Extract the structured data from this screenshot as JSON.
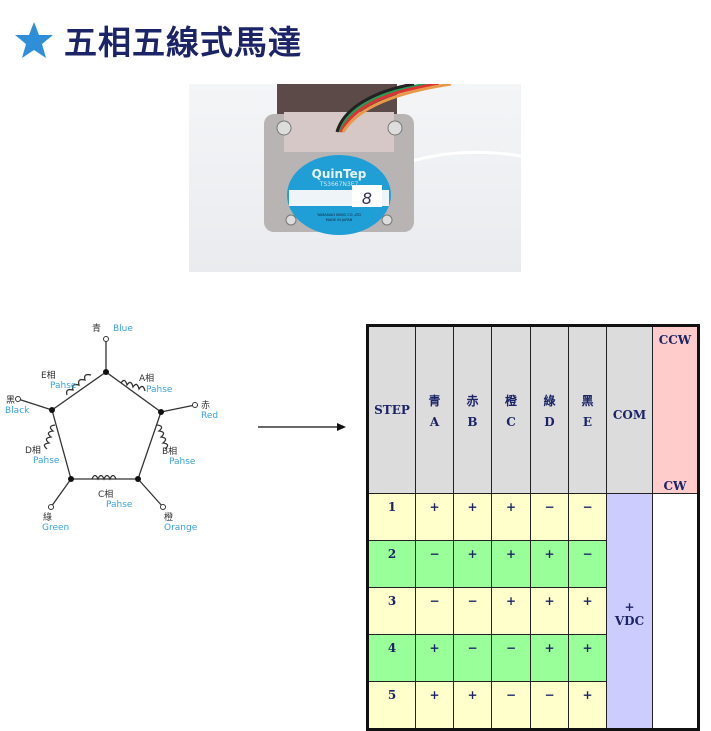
{
  "title": {
    "icon": "star-icon",
    "text": "五相五線式馬達",
    "accent": "#2e8fd8"
  },
  "photo": {
    "brand": "QuinTep",
    "model": "TS3667N3E7",
    "handwritten": "8",
    "maker": "YAMASAKI SEIKO CO.,LTD",
    "origin": "MADE IN JAPAN"
  },
  "diagram": {
    "terminals": [
      {
        "zh": "青",
        "en": "Blue"
      },
      {
        "zh": "赤",
        "en": "Red"
      },
      {
        "zh": "橙",
        "en": "Orange"
      },
      {
        "zh": "綠",
        "en": "Green"
      },
      {
        "zh": "黑",
        "en": "Black"
      }
    ],
    "coils": [
      {
        "name": "A相",
        "sub": "Pahse"
      },
      {
        "name": "B相",
        "sub": "Pahse"
      },
      {
        "name": "C相",
        "sub": "Pahse"
      },
      {
        "name": "D相",
        "sub": "Pahse"
      },
      {
        "name": "E相",
        "sub": "Pahse"
      }
    ]
  },
  "table": {
    "step_header": "STEP",
    "phases": [
      {
        "zh": "青",
        "letter": "A"
      },
      {
        "zh": "赤",
        "letter": "B"
      },
      {
        "zh": "橙",
        "letter": "C"
      },
      {
        "zh": "綠",
        "letter": "D"
      },
      {
        "zh": "黑",
        "letter": "E"
      }
    ],
    "com_header": "COM",
    "com_value_sign": "+",
    "com_value": "VDC",
    "ccw": "CCW",
    "cw": "CW",
    "rows": [
      {
        "step": "1",
        "v": [
          "+",
          "+",
          "+",
          "−",
          "−"
        ]
      },
      {
        "step": "2",
        "v": [
          "−",
          "+",
          "+",
          "+",
          "−"
        ]
      },
      {
        "step": "3",
        "v": [
          "−",
          "−",
          "+",
          "+",
          "+"
        ]
      },
      {
        "step": "4",
        "v": [
          "+",
          "−",
          "−",
          "+",
          "+"
        ]
      },
      {
        "step": "5",
        "v": [
          "+",
          "+",
          "−",
          "−",
          "+"
        ]
      }
    ],
    "colors": {
      "header": "#dcdcdc",
      "odd": "#ffffcc",
      "even": "#99ff99",
      "com": "#ccccff",
      "dir": "#ffcccc"
    }
  }
}
